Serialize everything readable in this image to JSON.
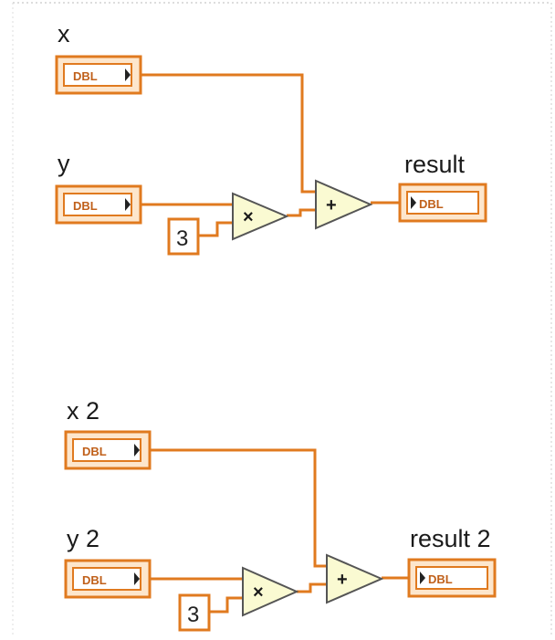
{
  "colors": {
    "wire": "#e07a1f",
    "terminal_border": "#e07a1f",
    "terminal_fill": "#fde6cc",
    "terminal_text": "#c0601a",
    "node_fill": "#fafad2",
    "node_stroke": "#555555",
    "background": "#ffffff"
  },
  "diagrams": [
    {
      "inputs": [
        {
          "label": "x",
          "type": "DBL"
        },
        {
          "label": "y",
          "type": "DBL"
        }
      ],
      "constant": "3",
      "multiply_symbol": "×",
      "add_symbol": "+",
      "output": {
        "label": "result",
        "type": "DBL"
      }
    },
    {
      "inputs": [
        {
          "label": "x 2",
          "type": "DBL"
        },
        {
          "label": "y 2",
          "type": "DBL"
        }
      ],
      "constant": "3",
      "multiply_symbol": "×",
      "add_symbol": "+",
      "output": {
        "label": "result 2",
        "type": "DBL"
      }
    }
  ]
}
